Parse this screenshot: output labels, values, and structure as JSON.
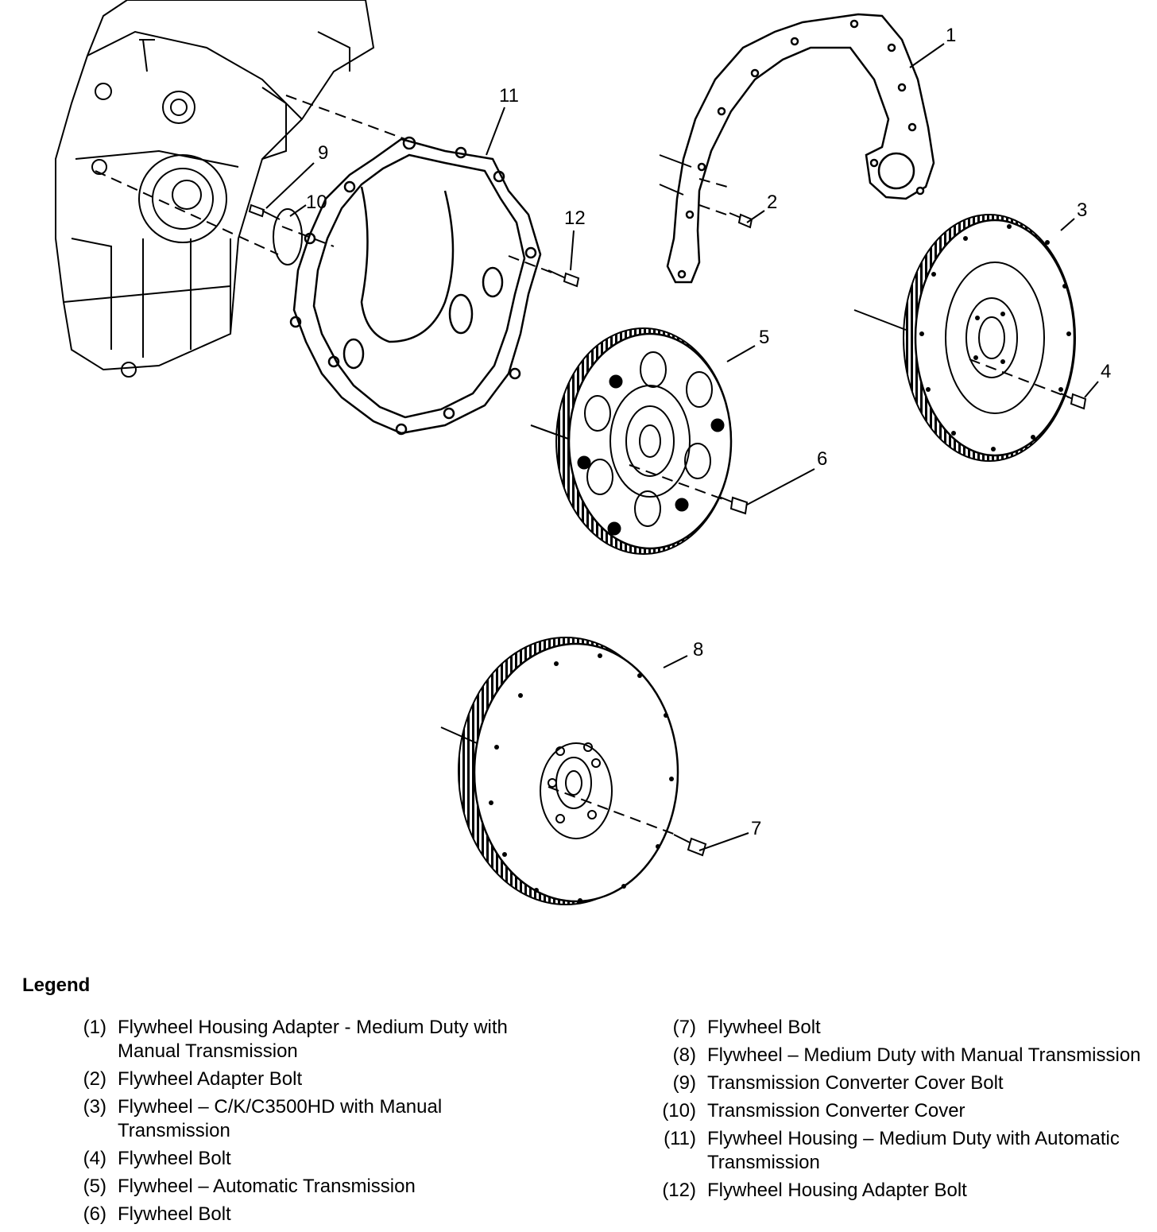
{
  "callouts": {
    "c1": "1",
    "c2": "2",
    "c3": "3",
    "c4": "4",
    "c5": "5",
    "c6": "6",
    "c7": "7",
    "c8": "8",
    "c9": "9",
    "c10": "10",
    "c11": "11",
    "c12": "12"
  },
  "legend": {
    "title": "Legend",
    "items": [
      {
        "num": "(1)",
        "text": "Flywheel Housing Adapter - Medium Duty with Manual Transmission"
      },
      {
        "num": "(2)",
        "text": "Flywheel Adapter Bolt"
      },
      {
        "num": "(3)",
        "text": "Flywheel – C/K/C3500HD with Manual Transmission"
      },
      {
        "num": "(4)",
        "text": "Flywheel Bolt"
      },
      {
        "num": "(5)",
        "text": "Flywheel – Automatic Transmission"
      },
      {
        "num": "(6)",
        "text": "Flywheel Bolt"
      },
      {
        "num": "(7)",
        "text": "Flywheel Bolt"
      },
      {
        "num": "(8)",
        "text": "Flywheel – Medium Duty with Manual Transmission"
      },
      {
        "num": "(9)",
        "text": "Transmission Converter Cover Bolt"
      },
      {
        "num": "(10)",
        "text": "Transmission Converter Cover"
      },
      {
        "num": "(11)",
        "text": "Flywheel Housing – Medium Duty with Automatic Transmission"
      },
      {
        "num": "(12)",
        "text": "Flywheel Housing Adapter Bolt"
      }
    ]
  }
}
